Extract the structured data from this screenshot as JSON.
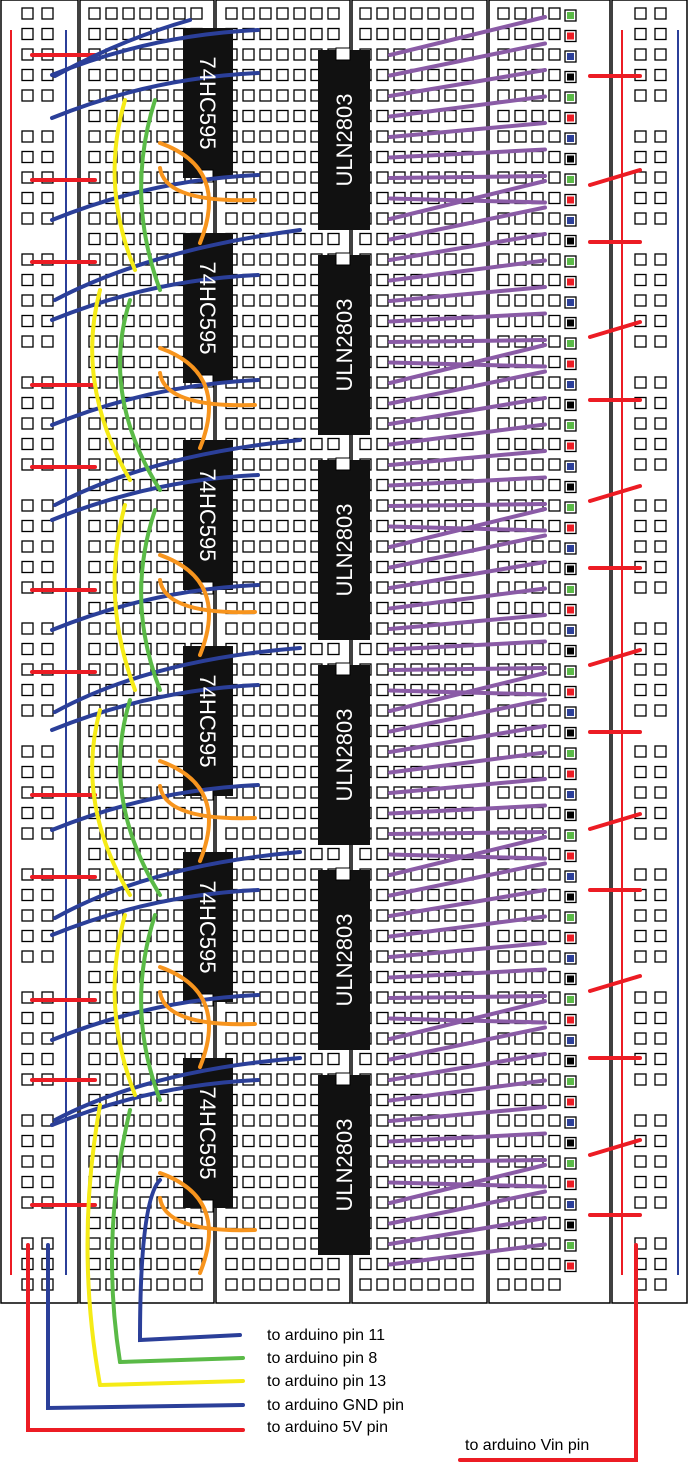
{
  "colors": {
    "red": "#ec1c24",
    "blue": "#2b3f99",
    "yellow": "#f5eb16",
    "green": "#5aba47",
    "orange": "#f7941d",
    "purple": "#8a5ba6",
    "chip": "#111111"
  },
  "chips": {
    "shift_register_label": "74HC595",
    "driver_label": "ULN2803",
    "shift_register_count": 6,
    "driver_count": 6
  },
  "leds": {
    "color_cycle": [
      "green",
      "red",
      "blue",
      "black"
    ]
  },
  "notes": {
    "pin11": "to arduino pin 11",
    "pin8": "to arduino pin 8",
    "pin13": "to arduino pin 13",
    "gnd": "to arduino GND pin",
    "v5": "to arduino 5V pin",
    "vin": "to arduino Vin pin"
  }
}
